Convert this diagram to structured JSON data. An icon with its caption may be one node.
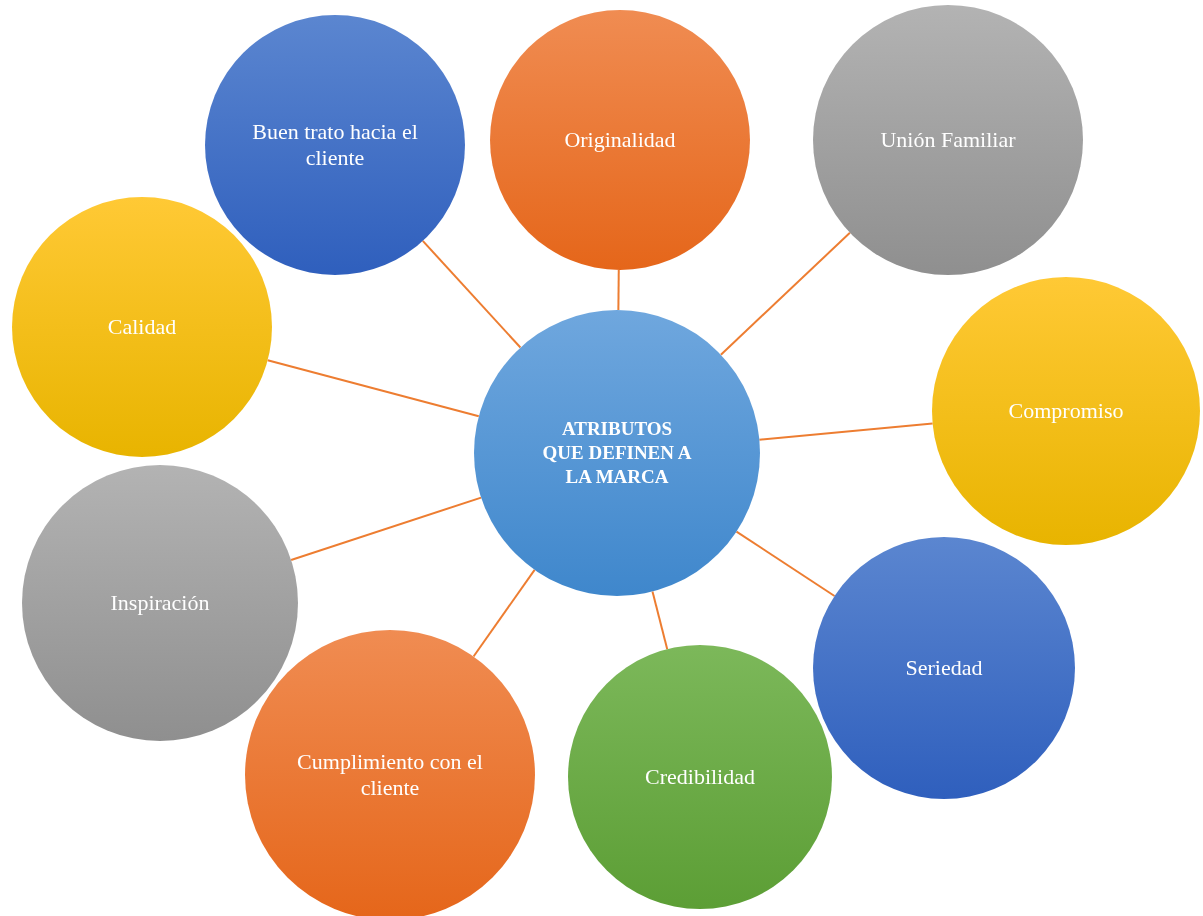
{
  "diagram": {
    "nodes": [
      {
        "text": [
          "ATRIBUTOS QUE DEFINEN A LA MARCA"
        ]
      },
      {
        "text": [
          "Buen trato hacia el cliente"
        ]
      },
      {
        "text": [
          "Originalidad"
        ]
      },
      {
        "text": [
          "Unión Familiar"
        ]
      },
      {
        "text": [
          "Calidad"
        ]
      },
      {
        "text": [
          "Compromiso"
        ]
      },
      {
        "text": [
          "Inspiración"
        ]
      },
      {
        "text": [
          "Seriedad"
        ]
      },
      {
        "text": [
          "Cumplimiento con el cliente"
        ]
      },
      {
        "text": [
          "Credibilidad"
        ]
      }
    ],
    "edges": [
      {
        "from": 0,
        "to": 1,
        "arrow": "none"
      },
      {
        "from": 0,
        "to": 2,
        "arrow": "none"
      },
      {
        "from": 0,
        "to": 3,
        "arrow": "none"
      },
      {
        "from": 0,
        "to": 4,
        "arrow": "none"
      },
      {
        "from": 0,
        "to": 5,
        "arrow": "none"
      },
      {
        "from": 0,
        "to": 6,
        "arrow": "none"
      },
      {
        "from": 0,
        "to": 7,
        "arrow": "none"
      },
      {
        "from": 0,
        "to": 8,
        "arrow": "none"
      },
      {
        "from": 0,
        "to": 9,
        "arrow": "none"
      }
    ]
  }
}
